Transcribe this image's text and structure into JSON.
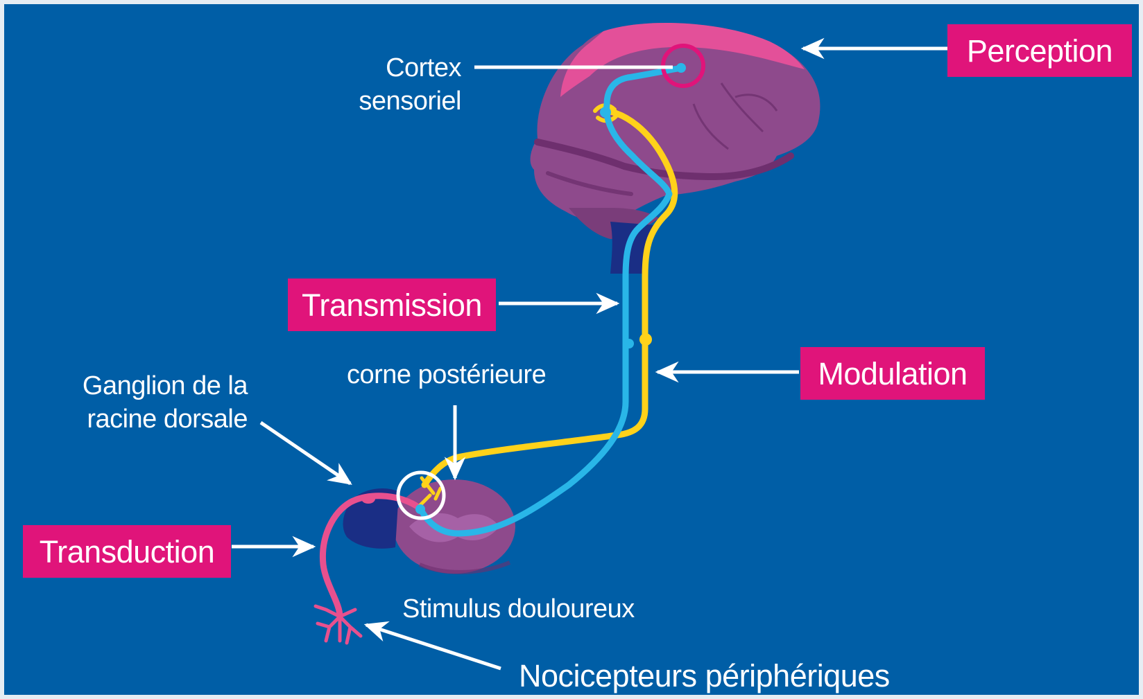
{
  "stages": {
    "perception": "Perception",
    "transmission": "Transmission",
    "modulation": "Modulation",
    "transduction": "Transduction"
  },
  "labels": {
    "cortex_line1": "Cortex",
    "cortex_line2": "sensoriel",
    "corne_posterieure": "corne postérieure",
    "ganglion_line1": "Ganglion de la",
    "ganglion_line2": "racine dorsale",
    "stimulus": "Stimulus douloureux",
    "nocicepteurs": "Nocicepteurs périphériques"
  },
  "colors": {
    "background": "#005ea6",
    "stage_tag": "#e0147a",
    "ascending_pathway": "#29b6e8",
    "descending_pathway": "#ffd21a",
    "peripheral_nerve": "#e8508e",
    "brain": "#8e4a8c",
    "cortex_highlight": "#e0147a"
  }
}
